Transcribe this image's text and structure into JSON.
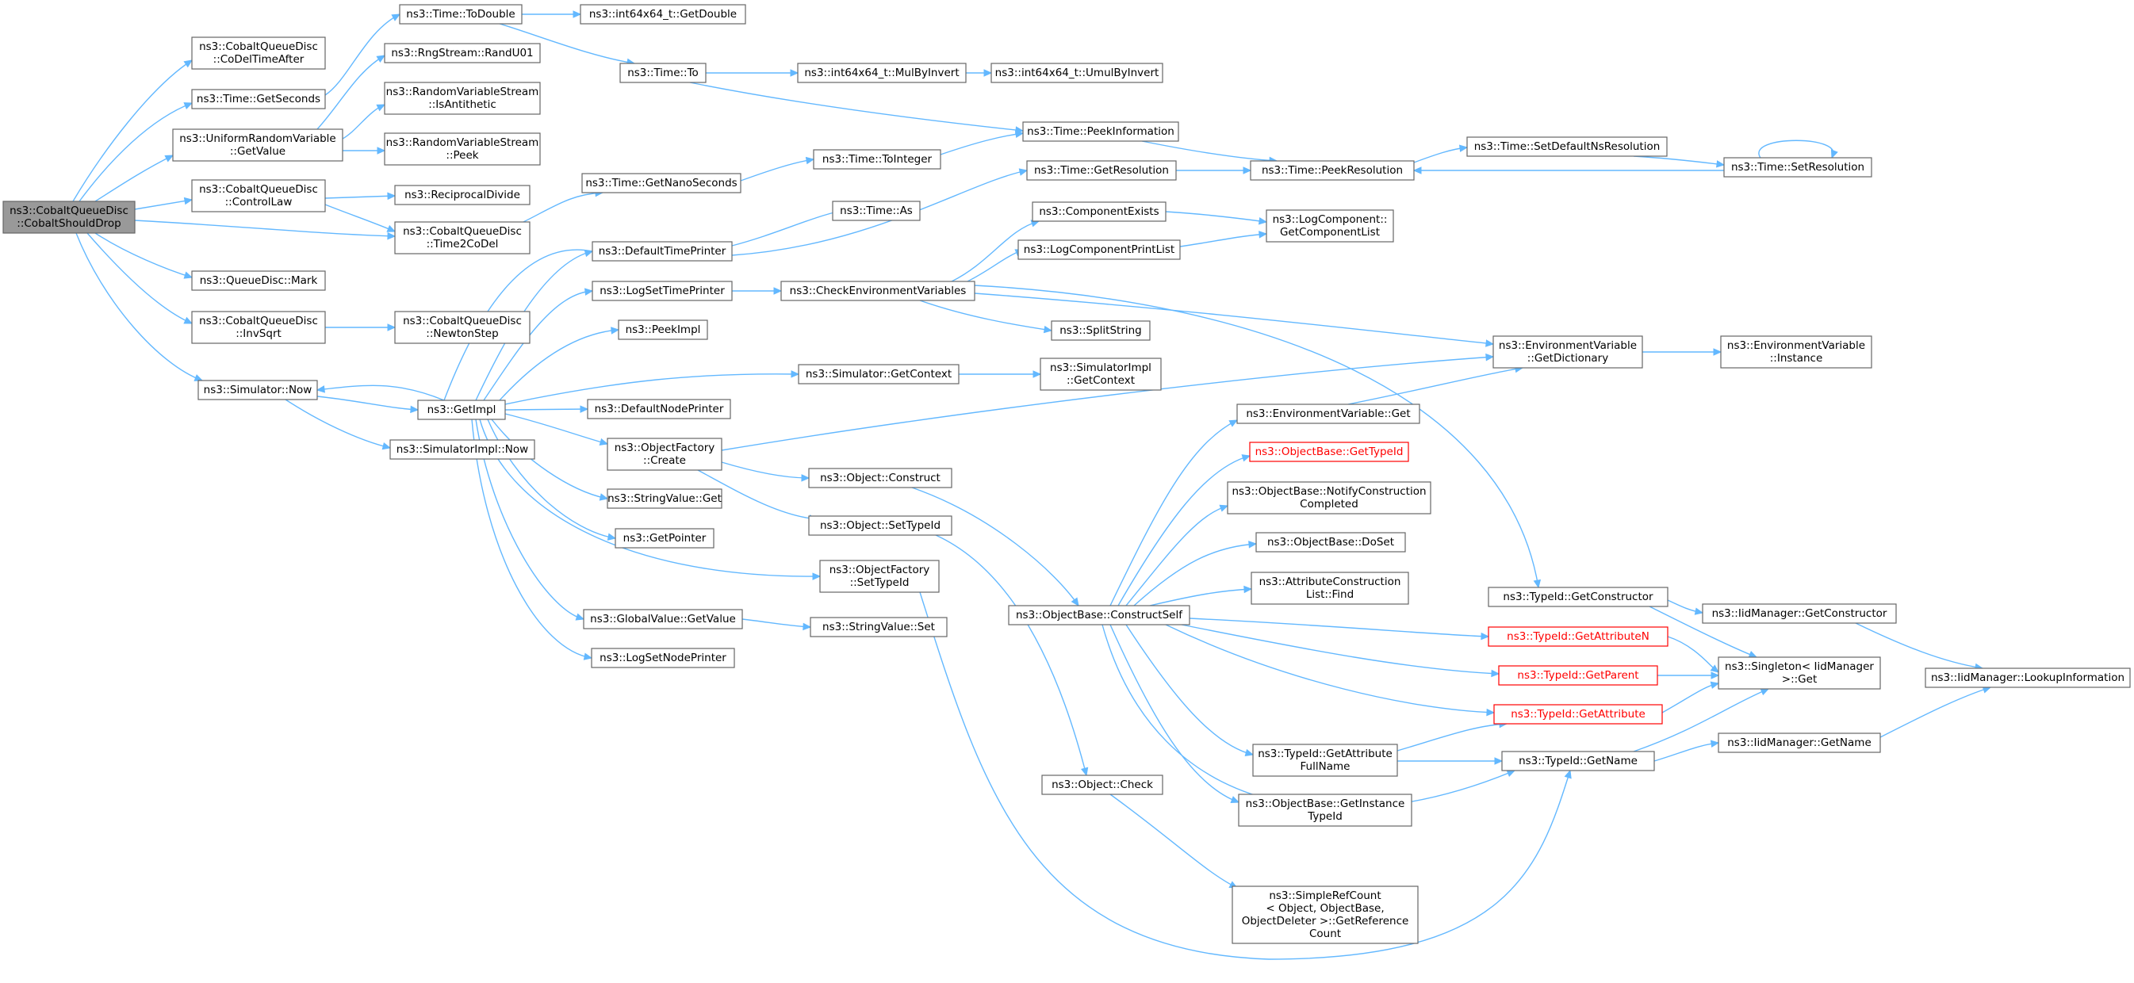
{
  "colors": {
    "edge": "#63b8ff",
    "node_border": "#666666",
    "root_fill": "#999999",
    "alert": "#ff0000",
    "text": "#000000"
  },
  "nodes": [
    {
      "id": "root",
      "lines": [
        "ns3::CobaltQueueDisc",
        "::CobaltShouldDrop"
      ]
    },
    {
      "id": "codeltime",
      "lines": [
        "ns3::CobaltQueueDisc",
        "::CoDelTimeAfter"
      ]
    },
    {
      "id": "getseconds",
      "lines": [
        "ns3::Time::GetSeconds"
      ]
    },
    {
      "id": "urvgetvalue",
      "lines": [
        "ns3::UniformRandomVariable",
        "::GetValue"
      ]
    },
    {
      "id": "controllaw",
      "lines": [
        "ns3::CobaltQueueDisc",
        "::ControlLaw"
      ]
    },
    {
      "id": "qdmark",
      "lines": [
        "ns3::QueueDisc::Mark"
      ]
    },
    {
      "id": "invsqrt",
      "lines": [
        "ns3::CobaltQueueDisc",
        "::InvSqrt"
      ]
    },
    {
      "id": "simnow",
      "lines": [
        "ns3::Simulator::Now"
      ]
    },
    {
      "id": "todouble",
      "lines": [
        "ns3::Time::ToDouble"
      ]
    },
    {
      "id": "randu01",
      "lines": [
        "ns3::RngStream::RandU01"
      ]
    },
    {
      "id": "isanti",
      "lines": [
        "ns3::RandomVariableStream",
        "::IsAntithetic"
      ]
    },
    {
      "id": "peek",
      "lines": [
        "ns3::RandomVariableStream",
        "::Peek"
      ]
    },
    {
      "id": "recipdiv",
      "lines": [
        "ns3::ReciprocalDivide"
      ]
    },
    {
      "id": "time2codel",
      "lines": [
        "ns3::CobaltQueueDisc",
        "::Time2CoDel"
      ]
    },
    {
      "id": "newton",
      "lines": [
        "ns3::CobaltQueueDisc",
        "::NewtonStep"
      ]
    },
    {
      "id": "getimpl",
      "lines": [
        "ns3::GetImpl"
      ]
    },
    {
      "id": "simimplnow",
      "lines": [
        "ns3::SimulatorImpl::Now"
      ]
    },
    {
      "id": "getdouble",
      "lines": [
        "ns3::int64x64_t::GetDouble"
      ]
    },
    {
      "id": "timeto",
      "lines": [
        "ns3::Time::To"
      ]
    },
    {
      "id": "mulbyinv",
      "lines": [
        "ns3::int64x64_t::MulByInvert"
      ]
    },
    {
      "id": "umulbyinv",
      "lines": [
        "ns3::int64x64_t::UmulByInvert"
      ]
    },
    {
      "id": "peekinfo",
      "lines": [
        "ns3::Time::PeekInformation"
      ]
    },
    {
      "id": "getnano",
      "lines": [
        "ns3::Time::GetNanoSeconds"
      ]
    },
    {
      "id": "tointeger",
      "lines": [
        "ns3::Time::ToInteger"
      ]
    },
    {
      "id": "timeas",
      "lines": [
        "ns3::Time::As"
      ]
    },
    {
      "id": "getres",
      "lines": [
        "ns3::Time::GetResolution"
      ]
    },
    {
      "id": "peekres",
      "lines": [
        "ns3::Time::PeekResolution"
      ]
    },
    {
      "id": "setdefns",
      "lines": [
        "ns3::Time::SetDefaultNsResolution"
      ]
    },
    {
      "id": "setres",
      "lines": [
        "ns3::Time::SetResolution"
      ]
    },
    {
      "id": "deftimeprinter",
      "lines": [
        "ns3::DefaultTimePrinter"
      ]
    },
    {
      "id": "logsettime",
      "lines": [
        "ns3::LogSetTimePrinter"
      ]
    },
    {
      "id": "peekimpl",
      "lines": [
        "ns3::PeekImpl"
      ]
    },
    {
      "id": "defnodeprinter",
      "lines": [
        "ns3::DefaultNodePrinter"
      ]
    },
    {
      "id": "ofcreate",
      "lines": [
        "ns3::ObjectFactory",
        "::Create"
      ]
    },
    {
      "id": "strget",
      "lines": [
        "ns3::StringValue::Get"
      ]
    },
    {
      "id": "getpointer",
      "lines": [
        "ns3::GetPointer"
      ]
    },
    {
      "id": "ofsettypeid",
      "lines": [
        "ns3::ObjectFactory",
        "::SetTypeId"
      ]
    },
    {
      "id": "gvgetvalue",
      "lines": [
        "ns3::GlobalValue::GetValue"
      ]
    },
    {
      "id": "strset",
      "lines": [
        "ns3::StringValue::Set"
      ]
    },
    {
      "id": "logsetnode",
      "lines": [
        "ns3::LogSetNodePrinter"
      ]
    },
    {
      "id": "compexists",
      "lines": [
        "ns3::ComponentExists"
      ]
    },
    {
      "id": "logcompprint",
      "lines": [
        "ns3::LogComponentPrintList"
      ]
    },
    {
      "id": "getcomplist",
      "lines": [
        "ns3::LogComponent::",
        "GetComponentList"
      ]
    },
    {
      "id": "checkenv",
      "lines": [
        "ns3::CheckEnvironmentVariables"
      ]
    },
    {
      "id": "splitstring",
      "lines": [
        "ns3::SplitString"
      ]
    },
    {
      "id": "envgetdict",
      "lines": [
        "ns3::EnvironmentVariable",
        "::GetDictionary"
      ]
    },
    {
      "id": "envinstance",
      "lines": [
        "ns3::EnvironmentVariable",
        "::Instance"
      ]
    },
    {
      "id": "simgetctx",
      "lines": [
        "ns3::Simulator::GetContext"
      ]
    },
    {
      "id": "simimplgetctx",
      "lines": [
        "ns3::SimulatorImpl",
        "::GetContext"
      ]
    },
    {
      "id": "objconstruct",
      "lines": [
        "ns3::Object::Construct"
      ]
    },
    {
      "id": "objsettypeid",
      "lines": [
        "ns3::Object::SetTypeId"
      ]
    },
    {
      "id": "envget",
      "lines": [
        "ns3::EnvironmentVariable::Get"
      ]
    },
    {
      "id": "obgettypeid",
      "lines": [
        "ns3::ObjectBase::GetTypeId"
      ]
    },
    {
      "id": "notifycons",
      "lines": [
        "ns3::ObjectBase::NotifyConstruction",
        "Completed"
      ]
    },
    {
      "id": "doset",
      "lines": [
        "ns3::ObjectBase::DoSet"
      ]
    },
    {
      "id": "attrfind",
      "lines": [
        "ns3::AttributeConstruction",
        "List::Find"
      ]
    },
    {
      "id": "constructself",
      "lines": [
        "ns3::ObjectBase::ConstructSelf"
      ]
    },
    {
      "id": "objcheck",
      "lines": [
        "ns3::Object::Check"
      ]
    },
    {
      "id": "attrfullname",
      "lines": [
        "ns3::TypeId::GetAttribute",
        "FullName"
      ]
    },
    {
      "id": "getinsttype",
      "lines": [
        "ns3::ObjectBase::GetInstance",
        "TypeId"
      ]
    },
    {
      "id": "simplerefcount",
      "lines": [
        "ns3::SimpleRefCount",
        "< Object, ObjectBase,",
        "ObjectDeleter >::GetReference",
        "Count"
      ]
    },
    {
      "id": "getconstructor",
      "lines": [
        "ns3::TypeId::GetConstructor"
      ]
    },
    {
      "id": "getattrn",
      "lines": [
        "ns3::TypeId::GetAttributeN"
      ]
    },
    {
      "id": "getparent",
      "lines": [
        "ns3::TypeId::GetParent"
      ]
    },
    {
      "id": "getattr",
      "lines": [
        "ns3::TypeId::GetAttribute"
      ]
    },
    {
      "id": "getname",
      "lines": [
        "ns3::TypeId::GetName"
      ]
    },
    {
      "id": "iidgetcons",
      "lines": [
        "ns3::IidManager::GetConstructor"
      ]
    },
    {
      "id": "singleton",
      "lines": [
        "ns3::Singleton< IidManager",
        ">::Get"
      ]
    },
    {
      "id": "iidgetname",
      "lines": [
        "ns3::IidManager::GetName"
      ]
    },
    {
      "id": "lookupinfo",
      "lines": [
        "ns3::IidManager::LookupInformation"
      ]
    }
  ]
}
